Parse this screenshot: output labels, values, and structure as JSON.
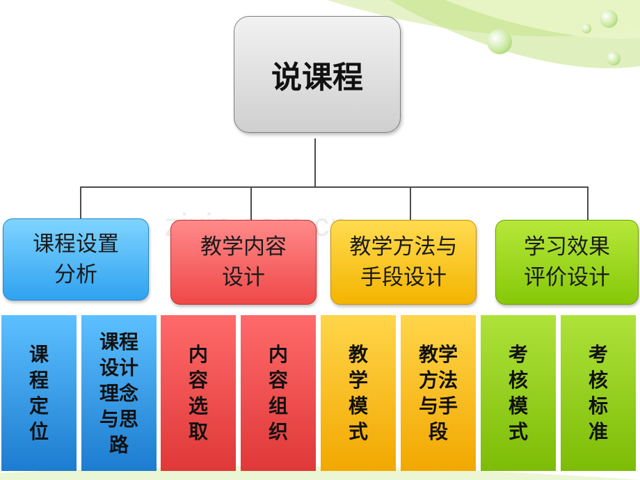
{
  "diagram": {
    "root": {
      "label": "说课程"
    },
    "categories": [
      {
        "label": "课程设置\n分析",
        "color": "#3aaaf2",
        "children": [
          {
            "label": "课\n程\n定\n位"
          },
          {
            "label": "课程\n设计\n理念\n与思\n路"
          }
        ]
      },
      {
        "label": "教学内容\n设计",
        "color": "#f25050",
        "children": [
          {
            "label": "内\n容\n选\n取"
          },
          {
            "label": "内\n容\n组\n织"
          }
        ]
      },
      {
        "label": "教学方法与\n手段设计",
        "color": "#f4b400",
        "children": [
          {
            "label": "教\n学\n模\n式"
          },
          {
            "label": "教学\n方法\n与手\n段"
          }
        ]
      },
      {
        "label": "学习效果\n评价设计",
        "color": "#8ccc0c",
        "children": [
          {
            "label": "考\n核\n模\n式"
          },
          {
            "label": "考\n核\n标\n准"
          }
        ]
      }
    ]
  },
  "watermark": "zixin.com.cn"
}
